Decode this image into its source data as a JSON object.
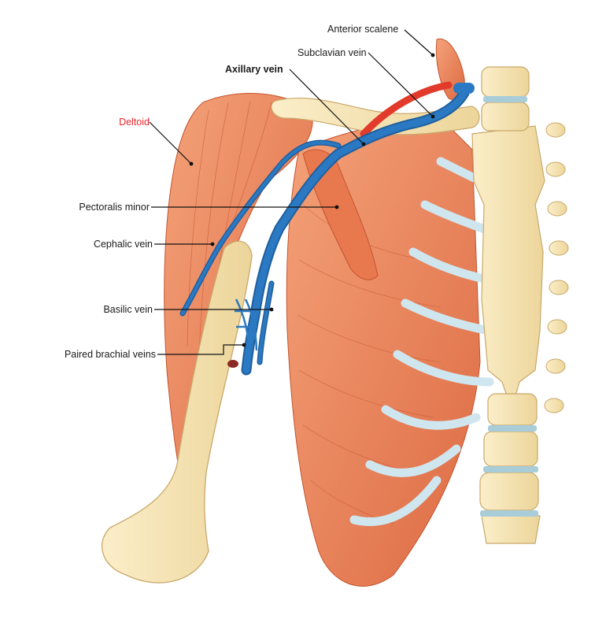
{
  "labels": {
    "anterior_scalene": "Anterior scalene",
    "subclavian_vein": "Subclavian vein",
    "axillary_vein": "Axillary vein",
    "deltoid": "Deltoid",
    "pectoralis_minor": "Pectoralis minor",
    "cephalic_vein": "Cephalic vein",
    "basilic_vein": "Basilic vein",
    "paired_brachial_veins": "Paired brachial veins"
  },
  "colors": {
    "muscle": "#ee8a5e",
    "muscle_dark": "#d9603a",
    "bone": "#f7e7b8",
    "bone_edge": "#c9a86a",
    "cartilage": "#cfe6ef",
    "vein": "#2b79c2",
    "artery": "#e23b2b",
    "highlight_label": "#e8262b"
  }
}
